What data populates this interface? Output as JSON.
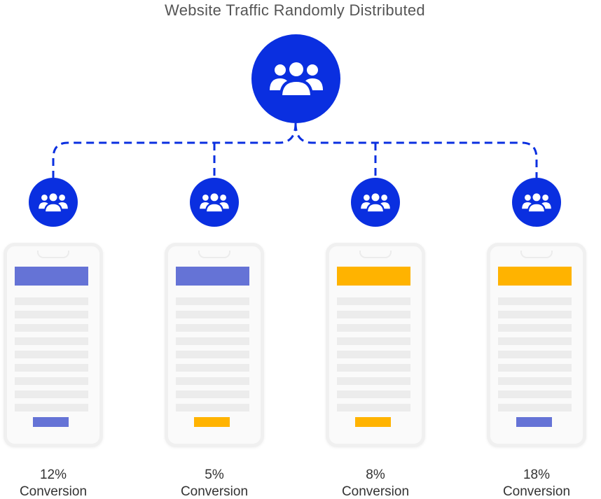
{
  "title": "Website Traffic Randomly Distributed",
  "colors": {
    "primary": "#0a2fe0",
    "connector": "#0a2fe0",
    "variant_blue": "#6573d6",
    "variant_yellow": "#ffb300"
  },
  "icons": {
    "main": "users-group-icon",
    "segment": "users-group-icon"
  },
  "variants": [
    {
      "banner_color": "#6573d6",
      "button_color": "#6573d6",
      "percent": "12%",
      "label": "Conversion"
    },
    {
      "banner_color": "#6573d6",
      "button_color": "#ffb300",
      "percent": "5%",
      "label": "Conversion"
    },
    {
      "banner_color": "#ffb300",
      "button_color": "#ffb300",
      "percent": "8%",
      "label": "Conversion"
    },
    {
      "banner_color": "#ffb300",
      "button_color": "#6573d6",
      "percent": "18%",
      "label": "Conversion"
    }
  ]
}
